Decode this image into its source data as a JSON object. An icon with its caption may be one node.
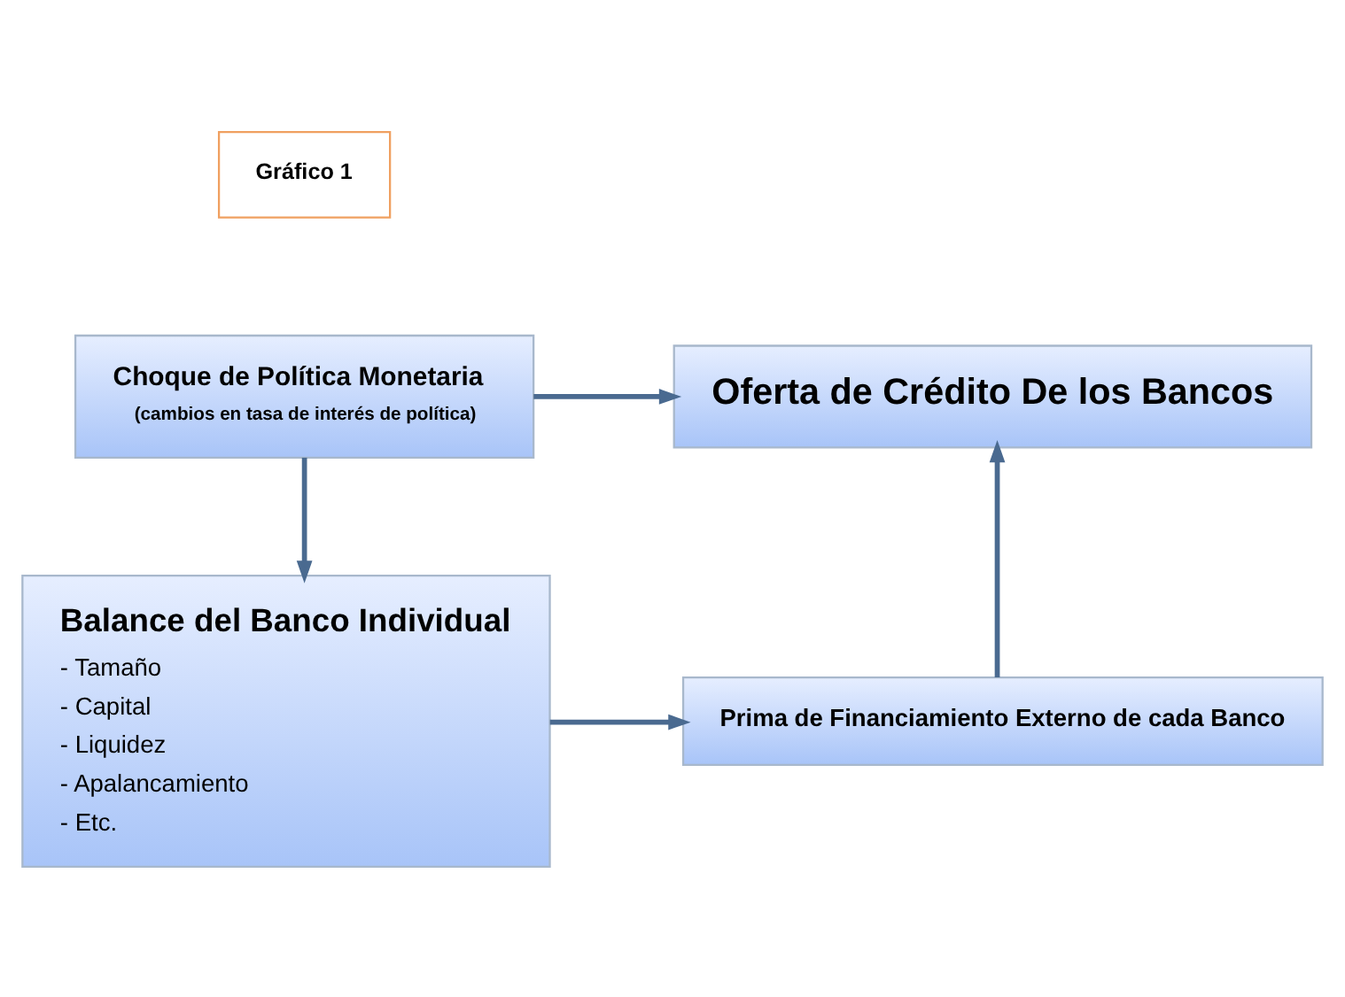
{
  "diagram": {
    "nodes": [
      {
        "text": [
          "Gráfico 1"
        ]
      },
      {
        "text": [
          "Choque de Política Monetaria",
          "(cambios en tasa de interés de política)"
        ]
      },
      {
        "text": [
          "Oferta de Crédito De los Bancos"
        ]
      },
      {
        "text": [
          "Balance del Banco Individual",
          "- Tamaño",
          "- Capital",
          "- Liquidez",
          "- Apalancamiento",
          "- Etc."
        ]
      },
      {
        "text": [
          "Prima de Financiamiento Externo de cada Banco"
        ]
      }
    ],
    "edges": [
      {
        "from": 1,
        "to": 2,
        "arrow": "to"
      },
      {
        "from": 1,
        "to": 3,
        "arrow": "to"
      },
      {
        "from": 3,
        "to": 4,
        "arrow": "to"
      },
      {
        "from": 4,
        "to": 2,
        "arrow": "to"
      }
    ]
  }
}
